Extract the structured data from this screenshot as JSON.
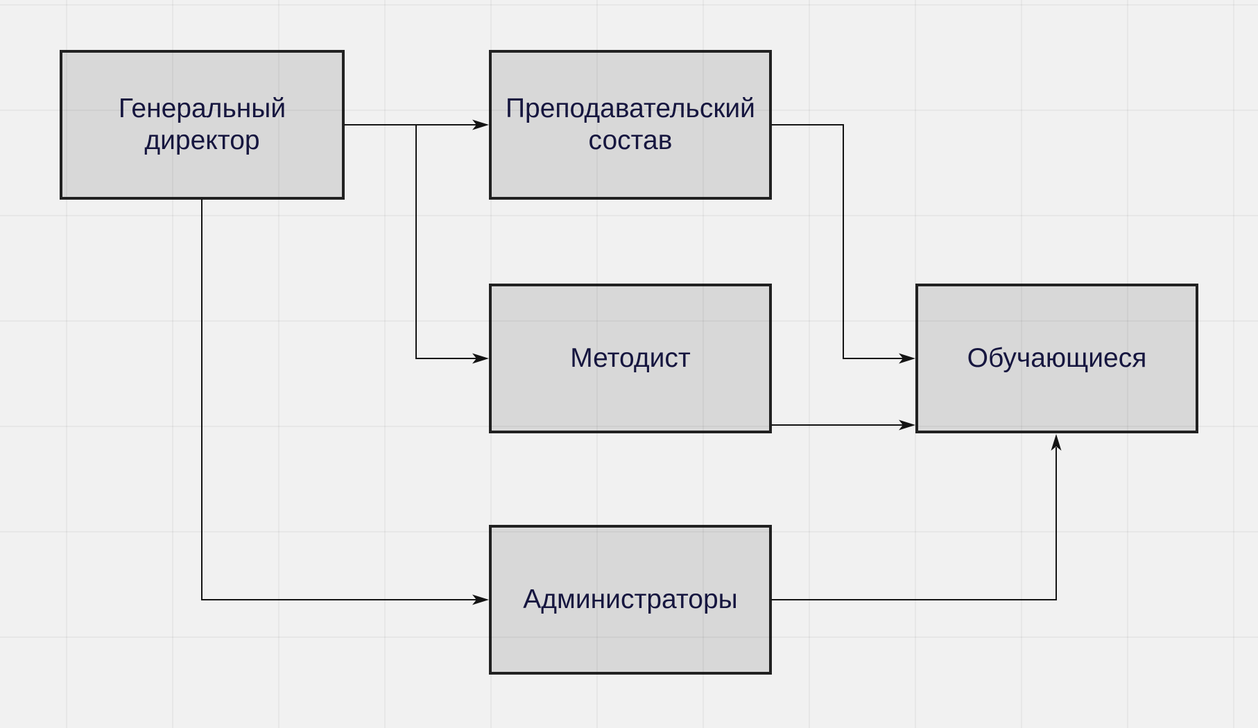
{
  "diagram": {
    "type": "flowchart",
    "theme": {
      "background_color": "#f1f1f1",
      "grid_line_color": "rgba(0,0,0,0.045)",
      "node_fill_color": "#d8d8d8",
      "node_border_color": "#212121",
      "node_text_color": "#16163f",
      "connector_color": "#141414"
    },
    "nodes": {
      "director": {
        "label": "Генеральный\nдиректор"
      },
      "teaching_staff": {
        "label": "Преподавательский\nсостав"
      },
      "methodist": {
        "label": "Методист"
      },
      "administrators": {
        "label": "Администраторы"
      },
      "students": {
        "label": "Обучающиеся"
      }
    },
    "edges": [
      {
        "from": "Генеральный директор",
        "to": "Преподавательский состав"
      },
      {
        "from": "Генеральный директор",
        "to": "Методист"
      },
      {
        "from": "Генеральный директор",
        "to": "Администраторы"
      },
      {
        "from": "Преподавательский состав",
        "to": "Обучающиеся"
      },
      {
        "from": "Методист",
        "to": "Обучающиеся"
      },
      {
        "from": "Администраторы",
        "to": "Обучающиеся"
      }
    ]
  }
}
